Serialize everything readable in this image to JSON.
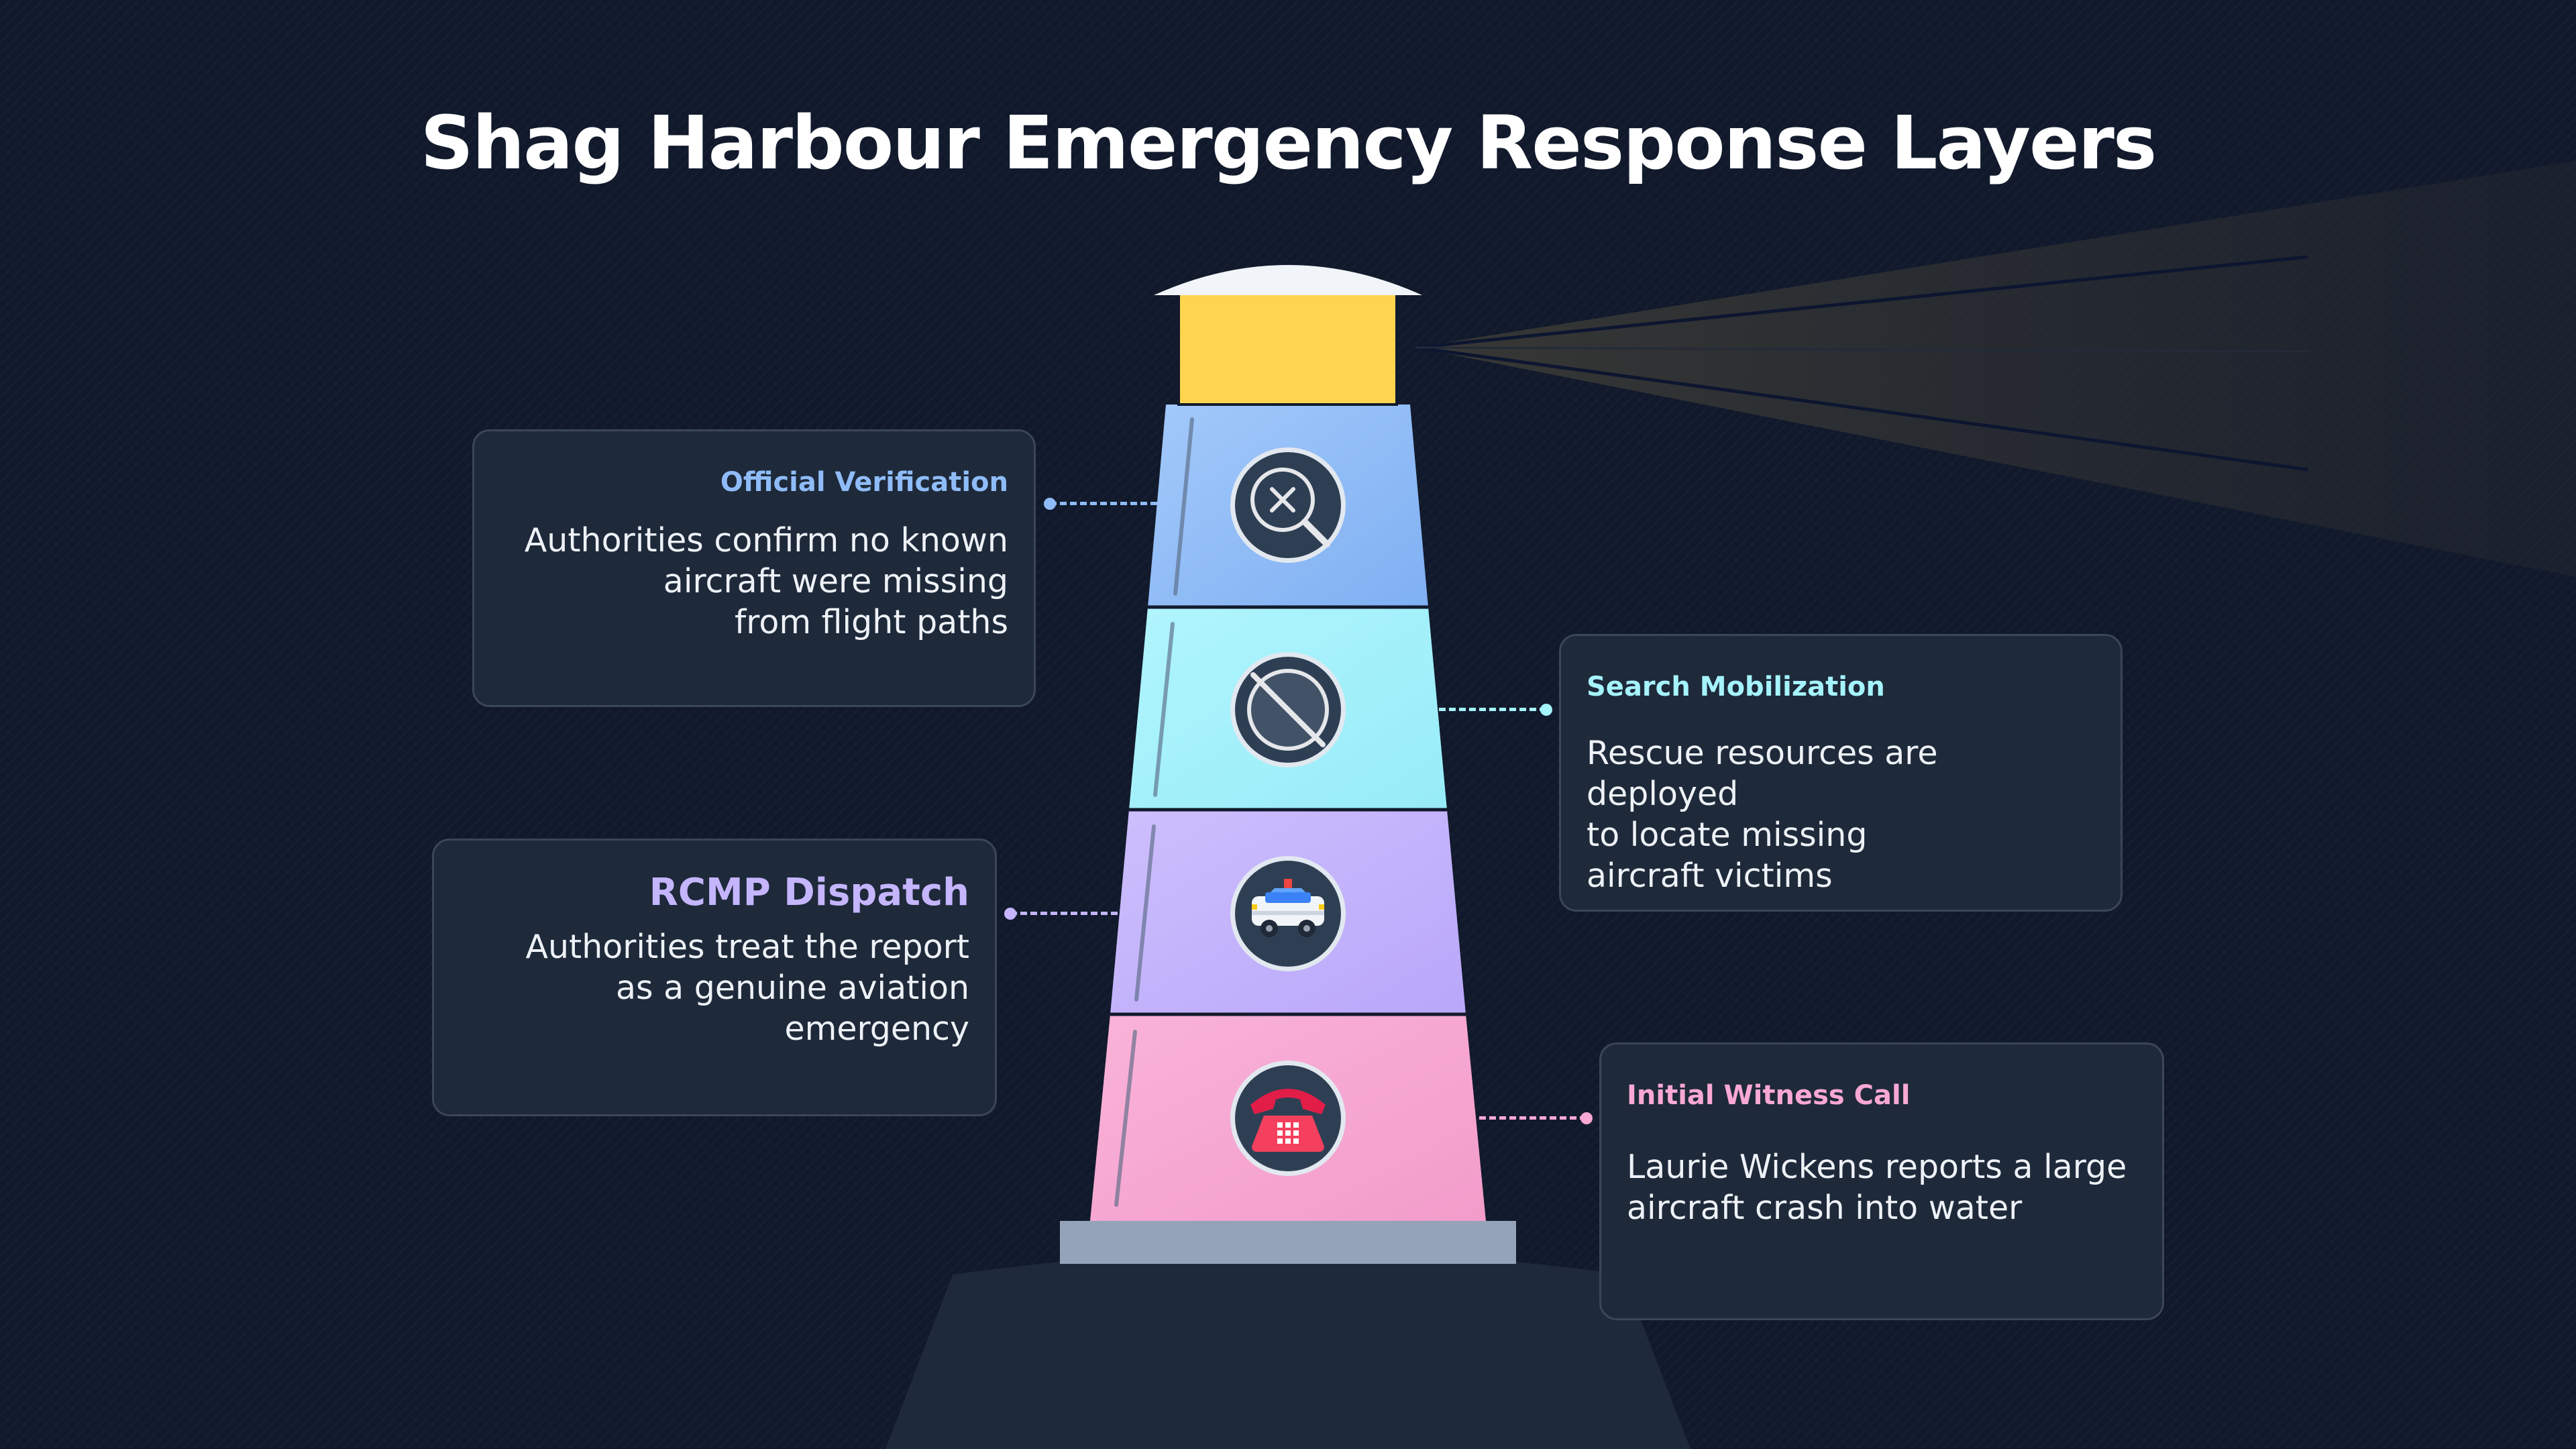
{
  "title": "Shag Harbour Emergency Response Layers",
  "colors": {
    "background": "#111a2c",
    "card_background": "#1e293a",
    "lamp": "#ffd54f",
    "layer_official_verification": "#8fbcf8",
    "layer_search_mobilization": "#a5f3fc",
    "layer_rcmp_dispatch": "#c4b5fd",
    "layer_initial_witness_call": "#f9a8d4",
    "heading_official_verification": "#8fbcf8",
    "heading_search_mobilization": "#a5f3fc",
    "heading_rcmp_dispatch": "#c4b5fd",
    "heading_initial_witness_call": "#f9a8d4"
  },
  "layers": [
    {
      "heading": "Official Verification",
      "description": [
        "Authorities confirm no known",
        "aircraft were missing",
        "from flight paths"
      ],
      "icon": "search-cancel-icon"
    },
    {
      "heading": "Search Mobilization",
      "description": [
        "Rescue resources are deployed",
        "to locate missing",
        "aircraft victims"
      ],
      "icon": "prohibited-icon"
    },
    {
      "heading": "RCMP Dispatch",
      "description": [
        "Authorities treat the report",
        "as a genuine aviation",
        "emergency"
      ],
      "icon": "police-car-icon"
    },
    {
      "heading": "Initial Witness Call",
      "description": [
        "Laurie Wickens reports a large",
        "aircraft crash into water"
      ],
      "icon": "telephone-icon"
    }
  ]
}
